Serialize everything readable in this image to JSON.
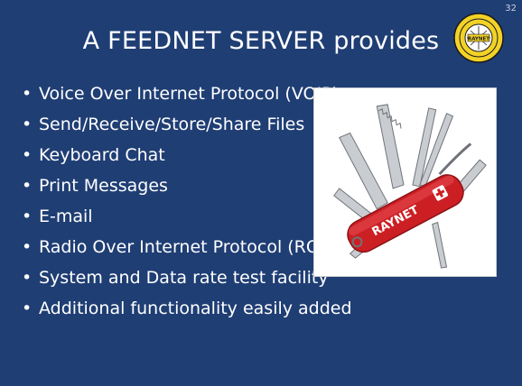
{
  "slide": {
    "number": "32",
    "title": "A FEEDNET SERVER provides",
    "bullets": [
      "Voice Over Internet Protocol (VOIP)",
      "Send/Receive/Store/Share Files",
      "Keyboard Chat",
      "Print Messages",
      "E-mail",
      "Radio Over Internet Protocol (ROIP)",
      "System and Data rate test facility",
      "Additional functionality easily added"
    ],
    "knife_label": "RAYNET",
    "logo": {
      "icon": "raynet-seal",
      "center_text": "RAYNET"
    },
    "colors": {
      "background": "#1f3e74",
      "knife_red": "#cc1f24",
      "logo_yellow": "#f2d227"
    }
  }
}
